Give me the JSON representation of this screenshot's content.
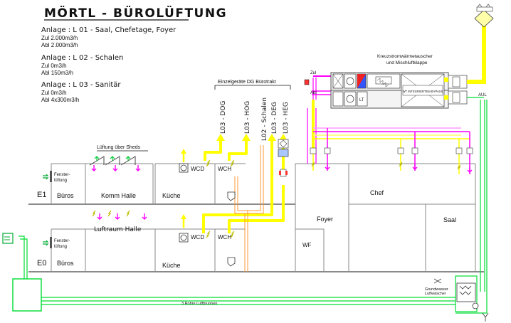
{
  "header": {
    "title": "MÖRTL - BÜROLÜFTUNG"
  },
  "plants": [
    {
      "label": "Anlage : L 01 - Saal, Chefetage, Foyer",
      "lines": [
        "Zul 2.000m3/h",
        "Abl 2.000m3/h"
      ]
    },
    {
      "label": "Anlage : L 02 - Schalen",
      "lines": [
        "Zul 0m3/h",
        "Abl 150m3/h"
      ]
    },
    {
      "label": "Anlage : L 03 - Sanitär",
      "lines": [
        "Zul 0m3/h",
        "Abl 4x300m3/h"
      ]
    }
  ],
  "ahu": {
    "title_line1": "Kreuzstromwärmetauscher",
    "title_line2": "und Mischluftklappe",
    "zul": "Zul",
    "abl": "Abl",
    "lt": "LT",
    "exchanger": "WT INTEGRIERTEM BYPASS",
    "aul": "AUL"
  },
  "devices": {
    "title": "Einzelgeräte DG Bürotrakt",
    "risers": [
      "L03 - DOG",
      "L03 - HOG",
      "L02 - Schalen",
      "L03 - DEG",
      "L03 - HEG"
    ]
  },
  "floors": {
    "e1": "E1",
    "e0": "E0"
  },
  "rooms": {
    "e1_bueros": "Büros",
    "e1_komm_halle": "Komm Halle",
    "e1_kueche": "Küche",
    "e1_wcd": "WCD",
    "e1_wch": "WCH",
    "e0_bueros": "Büros",
    "e0_luftraum": "Luftraum Halle",
    "e0_kueche": "Küche",
    "e0_wcd": "WCD",
    "e0_wch": "WCH",
    "foyer": "Foyer",
    "wf": "WF",
    "chef": "Chef",
    "saal": "Saal"
  },
  "labels": {
    "sheds": "Lüftung über Sheds",
    "fenster_e1_1": "Fenster-",
    "fenster_e1_2": "lüftung",
    "fenster_e0_1": "Fenster-",
    "fenster_e0_2": "lüftung",
    "ground_pipe": "3 Rohre Luftbrunnen",
    "grundwasser_1": "Grundwasser",
    "grundwasser_2": "Luftwäscher"
  },
  "colors": {
    "supply_yellow": "#ffff00",
    "exhaust_magenta": "#ff00ff",
    "outdoor_green": "#00dd33",
    "schalen_orange": "#ff9933",
    "wall_gray": "#8a8a8a"
  },
  "icons": [
    "fan-icon",
    "exhaust-arrow-icon",
    "supply-arrow-icon",
    "toilet-icon",
    "roof-hood-icon",
    "damper-icon",
    "heat-exchanger-icon",
    "filter-icon",
    "heater-icon",
    "pump-icon"
  ]
}
